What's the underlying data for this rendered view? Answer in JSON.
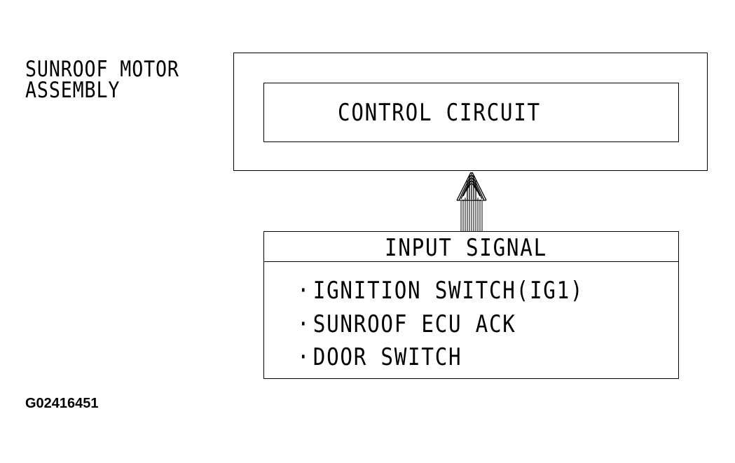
{
  "assembly": {
    "line1": "SUNROOF MOTOR",
    "line2": "ASSEMBLY"
  },
  "control_circuit": {
    "label": "CONTROL CIRCUIT"
  },
  "input_signal": {
    "header": "INPUT SIGNAL",
    "bullet": "·",
    "items": [
      "IGNITION SWITCH(IG1)",
      "SUNROOF ECU ACK",
      "DOOR SWITCH"
    ]
  },
  "figure_code": "G02416451"
}
